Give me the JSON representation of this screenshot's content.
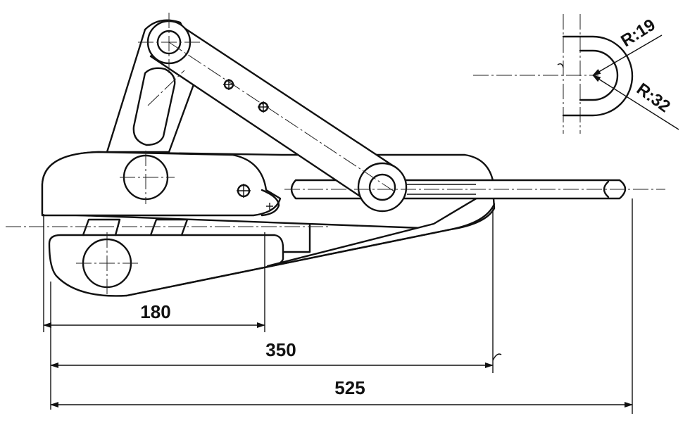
{
  "dimensions": {
    "d180": "180",
    "d350": "350",
    "d525": "525"
  },
  "radii": {
    "r19": "R:19",
    "r32": "R:32"
  }
}
